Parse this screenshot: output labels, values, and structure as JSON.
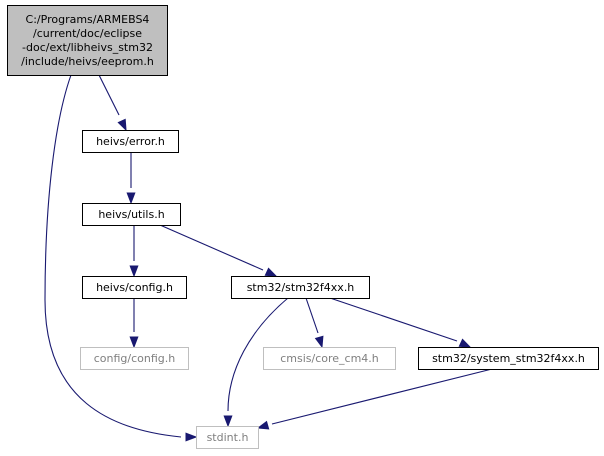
{
  "diagram": {
    "title": "",
    "colors": {
      "root_fill": "#bfbfbf",
      "node_fill": "#ffffff",
      "node_stroke": "#000000",
      "missing_stroke": "#bfbfbf",
      "missing_text": "#7f7f7f",
      "edge": "#191970"
    },
    "nodes": {
      "root": {
        "lines": [
          "C:/Programs/ARMEBS4",
          "/current/doc/eclipse",
          "-doc/ext/libheivs_stm32",
          "/include/heivs/eeprom.h"
        ],
        "style": "root"
      },
      "error": {
        "lines": [
          "heivs/error.h"
        ],
        "style": "normal"
      },
      "utils": {
        "lines": [
          "heivs/utils.h"
        ],
        "style": "normal"
      },
      "config": {
        "lines": [
          "heivs/config.h"
        ],
        "style": "normal"
      },
      "configcfg": {
        "lines": [
          "config/config.h"
        ],
        "style": "missing"
      },
      "stm32f4": {
        "lines": [
          "stm32/stm32f4xx.h"
        ],
        "style": "normal"
      },
      "cmsis": {
        "lines": [
          "cmsis/core_cm4.h"
        ],
        "style": "missing"
      },
      "system": {
        "lines": [
          "stm32/system_stm32f4xx.h"
        ],
        "style": "normal"
      },
      "stdint": {
        "lines": [
          "stdint.h"
        ],
        "style": "missing"
      }
    },
    "edges": [
      {
        "from": "root",
        "to": "error"
      },
      {
        "from": "root",
        "to": "stdint"
      },
      {
        "from": "error",
        "to": "utils"
      },
      {
        "from": "utils",
        "to": "config"
      },
      {
        "from": "utils",
        "to": "stm32f4"
      },
      {
        "from": "config",
        "to": "configcfg"
      },
      {
        "from": "stm32f4",
        "to": "stdint"
      },
      {
        "from": "stm32f4",
        "to": "cmsis"
      },
      {
        "from": "stm32f4",
        "to": "system"
      },
      {
        "from": "system",
        "to": "stdint"
      }
    ]
  }
}
